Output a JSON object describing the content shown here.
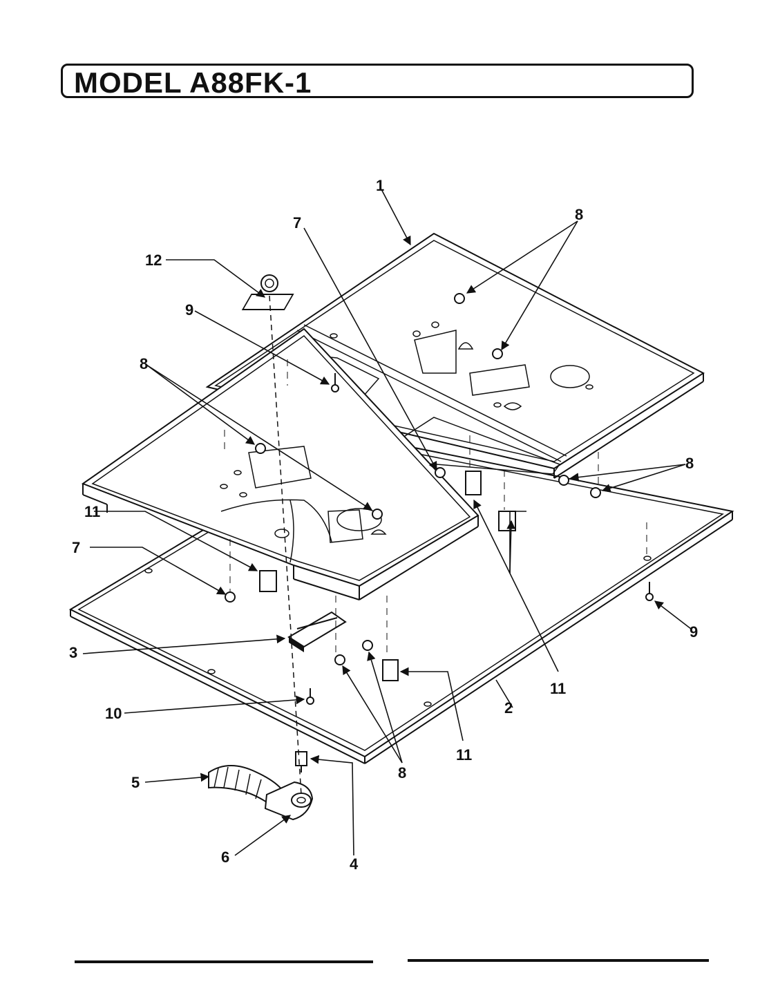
{
  "header": {
    "title": "MODEL A88FK-1"
  },
  "callouts": {
    "c1": "1",
    "c2": "2",
    "c3": "3",
    "c4": "4",
    "c5": "5",
    "c6": "6",
    "c7a": "7",
    "c7b": "7",
    "c8a": "8",
    "c8b": "8",
    "c8c": "8",
    "c8d": "8",
    "c9a": "9",
    "c9b": "9",
    "c10": "10",
    "c11a": "11",
    "c11b": "11",
    "c11c": "11",
    "c12": "12"
  }
}
